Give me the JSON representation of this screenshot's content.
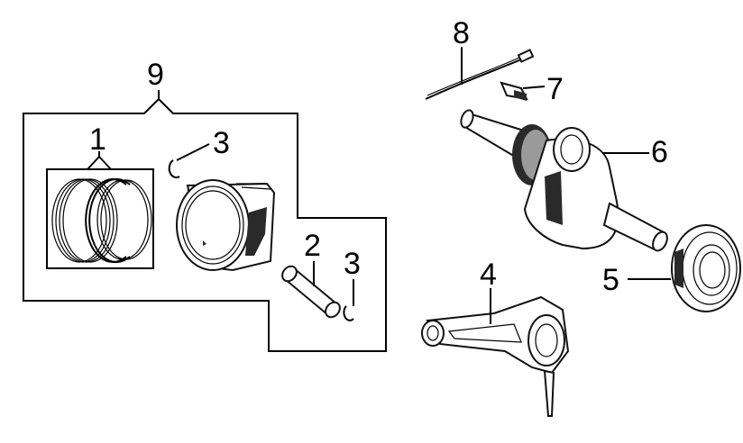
{
  "diagram": {
    "callouts": {
      "piston_rings": "1",
      "piston_pin": "2",
      "clip_upper": "3",
      "clip_lower": "3",
      "connecting_rod": "4",
      "bearing": "5",
      "crankshaft": "6",
      "key": "7",
      "wire": "8",
      "piston_assembly": "9"
    },
    "colors": {
      "line": "#000000",
      "background": "#ffffff"
    }
  }
}
